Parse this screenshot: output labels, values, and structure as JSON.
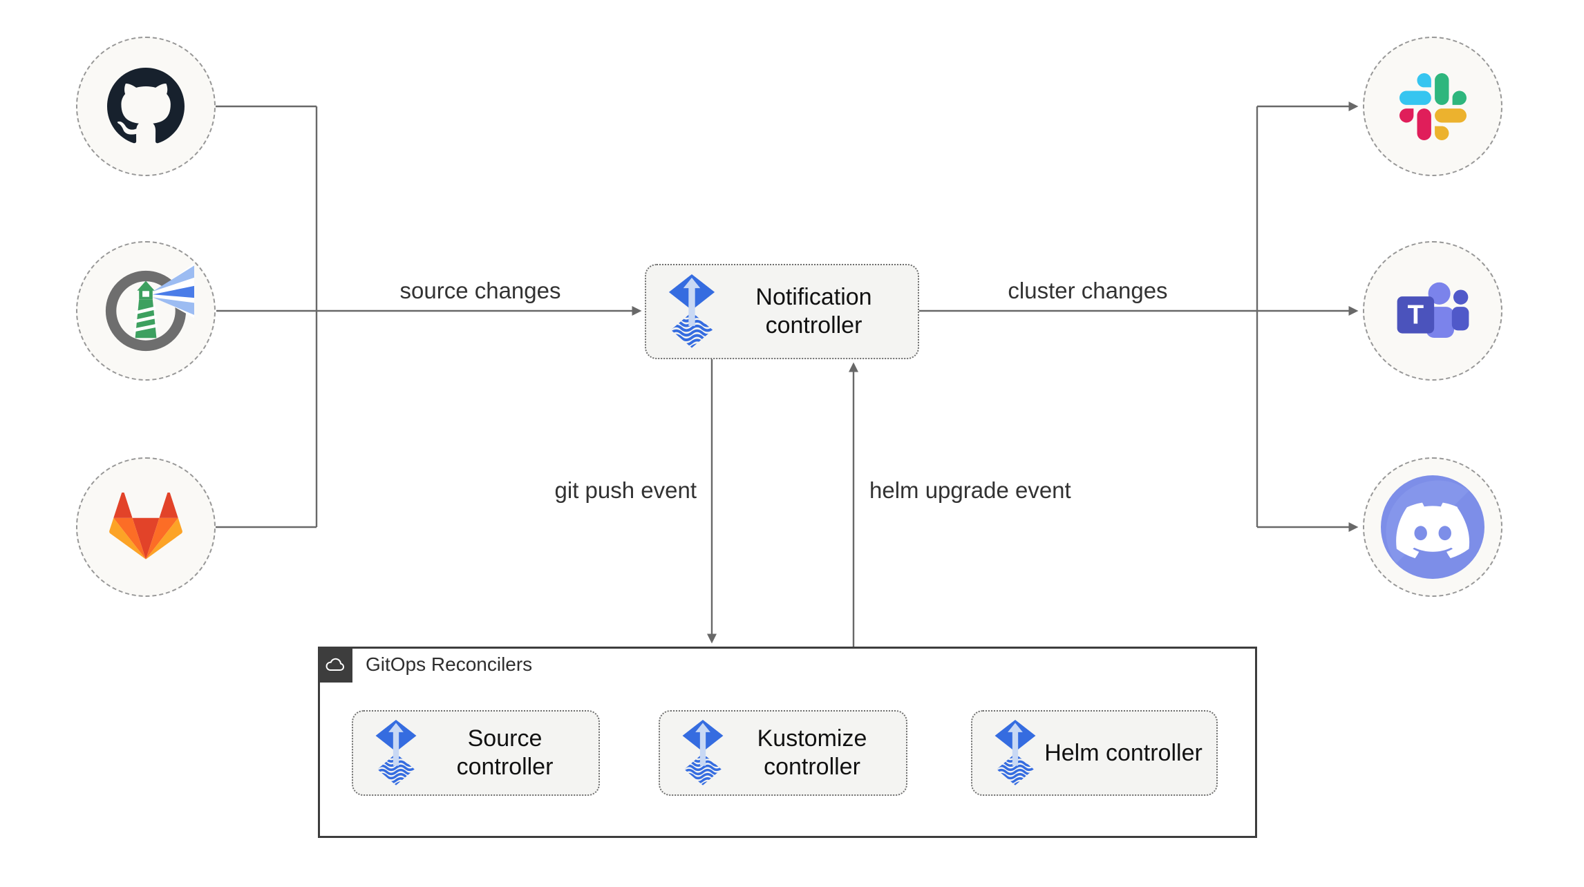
{
  "diagram": {
    "source_nodes": [
      {
        "name": "github"
      },
      {
        "name": "harbor"
      },
      {
        "name": "gitlab"
      }
    ],
    "target_nodes": [
      {
        "name": "slack"
      },
      {
        "name": "microsoft-teams"
      },
      {
        "name": "discord"
      }
    ],
    "controllers": {
      "notification": {
        "label": "Notification controller"
      },
      "source": {
        "label": "Source controller"
      },
      "kustomize": {
        "label": "Kustomize controller"
      },
      "helm": {
        "label": "Helm controller"
      }
    },
    "group": {
      "title": "GitOps Reconcilers"
    },
    "edges": {
      "source_changes": {
        "label": "source changes"
      },
      "cluster_changes": {
        "label": "cluster changes"
      },
      "git_push_event": {
        "label": "git push event"
      },
      "helm_upgrade_event": {
        "label": "helm upgrade event"
      }
    },
    "colors": {
      "flux_blue": "#356ce0",
      "flux_arrow": "#c8d8f4",
      "connector_gray": "#686868",
      "node_fill": "#f4f4f2",
      "circle_fill": "#faf9f6",
      "group_border": "#3d3d3d",
      "github": "#17212d",
      "harbor_green": "#3da05f",
      "gitlab_palette": [
        "#e24329",
        "#fc6d26",
        "#fca326"
      ],
      "slack_palette": [
        "#36c5f0",
        "#2eb67d",
        "#e01e5a",
        "#ecb22e"
      ],
      "teams_purple": "#4b53bc",
      "discord_blurple": "#7d8ee8"
    }
  }
}
